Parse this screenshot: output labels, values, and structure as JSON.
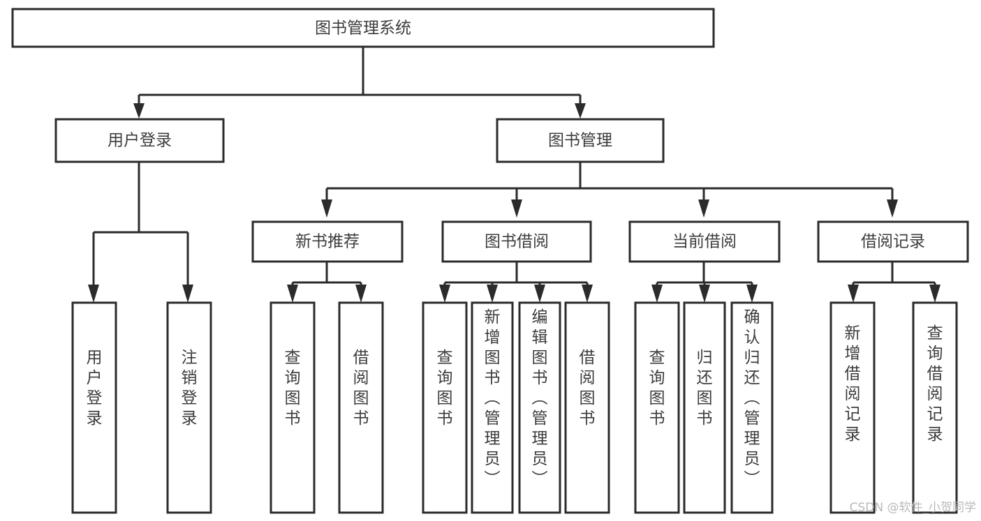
{
  "diagram": {
    "title": "图书管理系统",
    "type": "tree-hierarchy",
    "orientation": "top-down",
    "background_color": "#ffffff",
    "line_color": "#2b2b2b",
    "text_color": "#3c3c3c",
    "box_fill": "#ffffff"
  },
  "nodes": {
    "root": {
      "label": "图书管理系统",
      "level": 0,
      "text_direction": "horizontal"
    },
    "level1": [
      {
        "id": "user-login",
        "label": "用户登录",
        "text_direction": "horizontal"
      },
      {
        "id": "book-manage",
        "label": "图书管理",
        "text_direction": "horizontal"
      }
    ],
    "level2": [
      {
        "id": "new-book-recommend",
        "label": "新书推荐",
        "parent": "book-manage",
        "text_direction": "horizontal"
      },
      {
        "id": "book-borrow",
        "label": "图书借阅",
        "parent": "book-manage",
        "text_direction": "horizontal"
      },
      {
        "id": "current-borrow",
        "label": "当前借阅",
        "parent": "book-manage",
        "text_direction": "horizontal"
      },
      {
        "id": "borrow-record",
        "label": "借阅记录",
        "parent": "book-manage",
        "text_direction": "horizontal"
      }
    ],
    "leaves": [
      {
        "id": "leaf-user-login",
        "label": "用户登录",
        "parent": "user-login",
        "text_direction": "vertical"
      },
      {
        "id": "leaf-user-logout",
        "label": "注销登录",
        "parent": "user-login",
        "text_direction": "vertical"
      },
      {
        "id": "leaf-query-book-1",
        "label": "查询图书",
        "parent": "new-book-recommend",
        "text_direction": "vertical"
      },
      {
        "id": "leaf-borrow-book-1",
        "label": "借阅图书",
        "parent": "new-book-recommend",
        "text_direction": "vertical"
      },
      {
        "id": "leaf-query-book-2",
        "label": "查询图书",
        "parent": "book-borrow",
        "text_direction": "vertical"
      },
      {
        "id": "leaf-add-book",
        "label": "新增图书（管理员）",
        "parent": "book-borrow",
        "text_direction": "vertical"
      },
      {
        "id": "leaf-edit-book",
        "label": "编辑图书（管理员）",
        "parent": "book-borrow",
        "text_direction": "vertical"
      },
      {
        "id": "leaf-borrow-book-2",
        "label": "借阅图书",
        "parent": "book-borrow",
        "text_direction": "vertical"
      },
      {
        "id": "leaf-query-book-3",
        "label": "查询图书",
        "parent": "current-borrow",
        "text_direction": "vertical"
      },
      {
        "id": "leaf-return-book",
        "label": "归还图书",
        "parent": "current-borrow",
        "text_direction": "vertical"
      },
      {
        "id": "leaf-confirm-return",
        "label": "确认归还（管理员）",
        "parent": "current-borrow",
        "text_direction": "vertical"
      },
      {
        "id": "leaf-add-record",
        "label": "新增借阅记录",
        "parent": "borrow-record",
        "text_direction": "vertical"
      },
      {
        "id": "leaf-query-record",
        "label": "查询借阅记录",
        "parent": "borrow-record",
        "text_direction": "vertical"
      }
    ]
  },
  "watermark": {
    "text": "CSDN @软件_小贺同学",
    "color": "#b9b9b9"
  }
}
